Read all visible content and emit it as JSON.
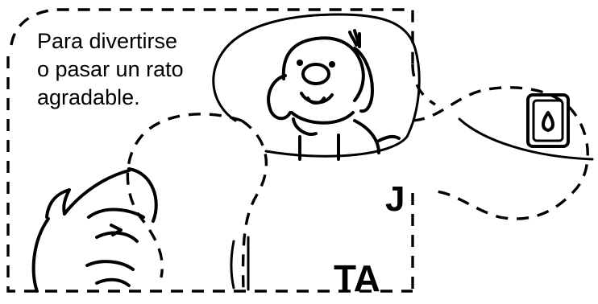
{
  "caption": "Para divertirse\no pasar un rato\nagradable.",
  "icons": {
    "dog": "dog-illustration",
    "drop_card": "water-drop-card-icon",
    "boy": "boy-illustration"
  },
  "fragments": {
    "letter_j": "J",
    "letters_ta": "TA"
  },
  "colors": {
    "ink": "#000000",
    "background": "#ffffff"
  }
}
